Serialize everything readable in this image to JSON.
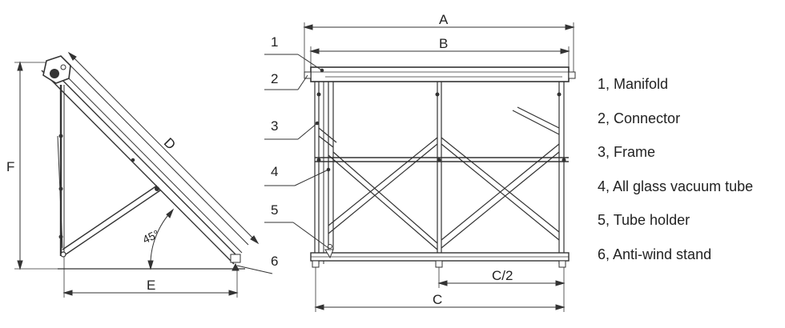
{
  "dimensions": {
    "A": "A",
    "B": "B",
    "C": "C",
    "C_half": "C/2",
    "D": "D",
    "E": "E",
    "F": "F"
  },
  "angle_label": "45°",
  "callouts": [
    "1",
    "2",
    "3",
    "4",
    "5",
    "6"
  ],
  "legend": [
    "1, Manifold",
    "2, Connector",
    "3, Frame",
    "4, All glass vacuum tube",
    "5, Tube holder",
    "6, Anti-wind stand"
  ]
}
